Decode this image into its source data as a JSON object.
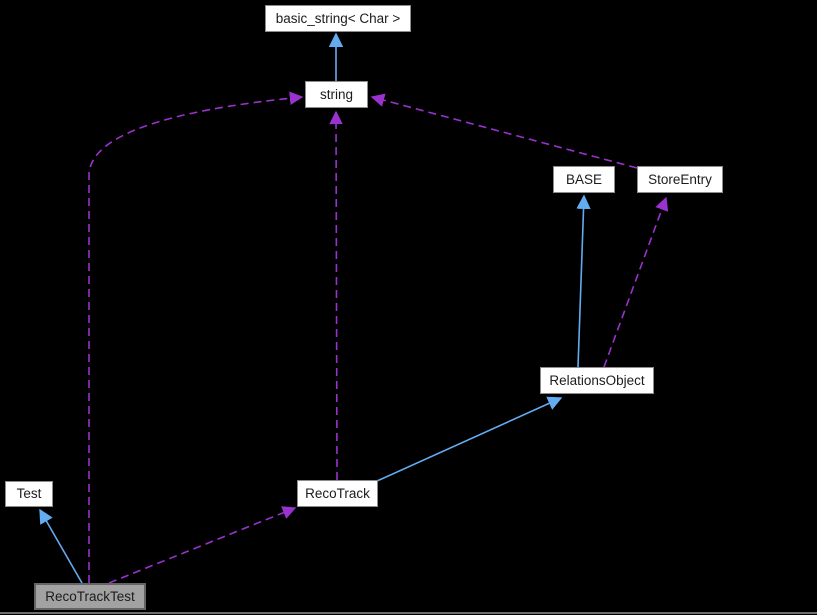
{
  "diagram": {
    "type": "class-collaboration-graph",
    "background": "#000000"
  },
  "nodes": {
    "basic_string": {
      "label": "basic_string< Char >"
    },
    "string": {
      "label": "string"
    },
    "base": {
      "label": "BASE"
    },
    "store_entry": {
      "label": "StoreEntry"
    },
    "relations_object": {
      "label": "RelationsObject"
    },
    "test": {
      "label": "Test"
    },
    "reco_track": {
      "label": "RecoTrack"
    },
    "reco_track_test": {
      "label": "RecoTrackTest",
      "highlighted": true
    }
  },
  "edges": [
    {
      "from": "string",
      "to": "basic_string< Char >",
      "type": "inheritance",
      "style": "solid-blue"
    },
    {
      "from": "RelationsObject",
      "to": "BASE",
      "type": "inheritance",
      "style": "solid-blue"
    },
    {
      "from": "RecoTrack",
      "to": "RelationsObject",
      "type": "inheritance",
      "style": "solid-blue"
    },
    {
      "from": "RecoTrackTest",
      "to": "Test",
      "type": "inheritance",
      "style": "solid-blue"
    },
    {
      "from": "RecoTrack",
      "to": "string",
      "type": "usage",
      "style": "dashed-purple"
    },
    {
      "from": "StoreEntry",
      "to": "string",
      "type": "usage",
      "style": "dashed-purple"
    },
    {
      "from": "RelationsObject",
      "to": "StoreEntry",
      "type": "usage",
      "style": "dashed-purple"
    },
    {
      "from": "RecoTrackTest",
      "to": "string",
      "type": "usage",
      "style": "dashed-purple"
    },
    {
      "from": "RecoTrackTest",
      "to": "RecoTrack",
      "type": "usage",
      "style": "dashed-purple"
    }
  ],
  "colors": {
    "background": "#000000",
    "node_fill": "#ffffff",
    "node_border": "#8c8c8c",
    "highlight_node_fill": "#a2a2a2",
    "highlight_node_border": "#646464",
    "inheritance_arrow": "#63acf2",
    "usage_arrow": "#9a32cd",
    "node_text": "#1c1c1c",
    "bottom_rule": "#6e6e6e"
  }
}
